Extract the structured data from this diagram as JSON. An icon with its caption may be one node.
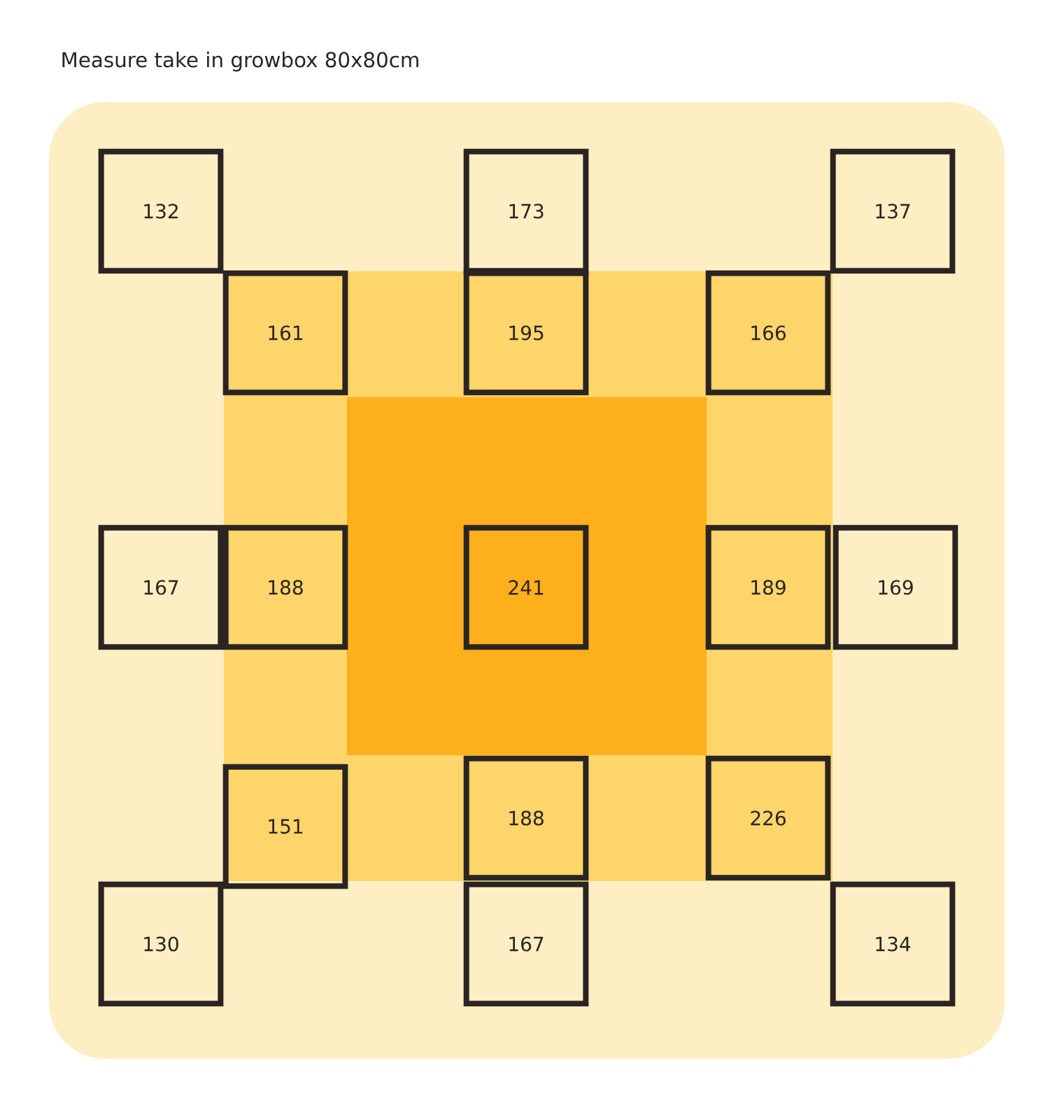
{
  "diagram": {
    "title": "Measure take in growbox 80x80cm",
    "nodes": [
      {
        "text": [
          "132"
        ]
      },
      {
        "text": [
          "173"
        ]
      },
      {
        "text": [
          "137"
        ]
      },
      {
        "text": [
          "161"
        ]
      },
      {
        "text": [
          "195"
        ]
      },
      {
        "text": [
          "166"
        ]
      },
      {
        "text": [
          "167"
        ]
      },
      {
        "text": [
          "188"
        ]
      },
      {
        "text": [
          "241"
        ]
      },
      {
        "text": [
          "189"
        ]
      },
      {
        "text": [
          "169"
        ]
      },
      {
        "text": [
          "151"
        ]
      },
      {
        "text": [
          "188"
        ]
      },
      {
        "text": [
          "226"
        ]
      },
      {
        "text": [
          "130"
        ]
      },
      {
        "text": [
          "167"
        ]
      },
      {
        "text": [
          "134"
        ]
      }
    ]
  }
}
